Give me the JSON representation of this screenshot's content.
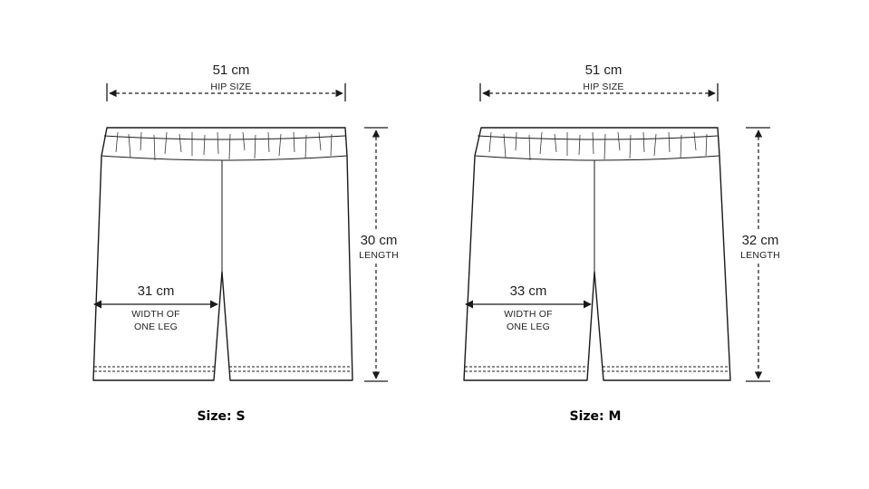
{
  "panels": [
    {
      "size_label": "Size: S",
      "hip": {
        "value": "51 cm",
        "label": "HIP SIZE"
      },
      "length": {
        "value": "30 cm",
        "label": "LENGTH"
      },
      "leg": {
        "value": "31 cm",
        "label_line1": "WIDTH OF",
        "label_line2": "ONE LEG"
      }
    },
    {
      "size_label": "Size: M",
      "hip": {
        "value": "51 cm",
        "label": "HIP SIZE"
      },
      "length": {
        "value": "32 cm",
        "label": "LENGTH"
      },
      "leg": {
        "value": "33 cm",
        "label_line1": "WIDTH OF",
        "label_line2": "ONE LEG"
      }
    }
  ]
}
